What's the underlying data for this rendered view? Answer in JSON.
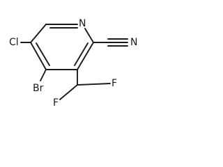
{
  "molecule": {
    "atoms": {
      "ring_nitrogen": "N",
      "chlorine": "Cl",
      "bromine": "Br",
      "nitrile_nitrogen": "N",
      "fluorine_1": "F",
      "fluorine_2": "F"
    }
  }
}
